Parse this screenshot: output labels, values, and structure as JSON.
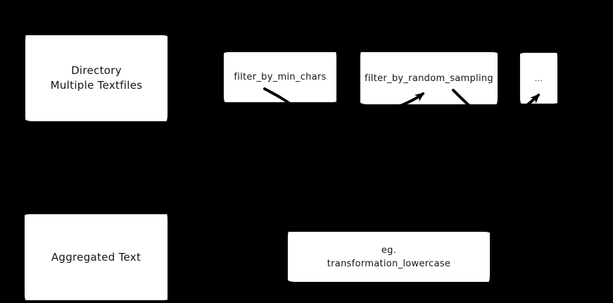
{
  "diagram": {
    "nodes": {
      "directory": {
        "line1": "Directory",
        "line2": "Multiple Textfiles"
      },
      "filter_min_chars": {
        "label": "filter_by_min_chars"
      },
      "filter_random_sampling": {
        "label": "filter_by_random_sampling"
      },
      "more_filters": {
        "label": "..."
      },
      "aggregated_text": {
        "label": "Aggregated Text"
      },
      "transformation_example": {
        "line1": "eg.",
        "line2": "transformation_lowercase"
      }
    },
    "edges": [
      {
        "from": "filter_min_chars",
        "to": "filter_random_sampling"
      },
      {
        "from": "filter_random_sampling",
        "to": "more_filters"
      }
    ],
    "colors": {
      "background": "#000000",
      "node_fill": "#ffffff",
      "node_border": "#0a0a0a",
      "text": "#141414",
      "arrow": "#000000"
    }
  }
}
